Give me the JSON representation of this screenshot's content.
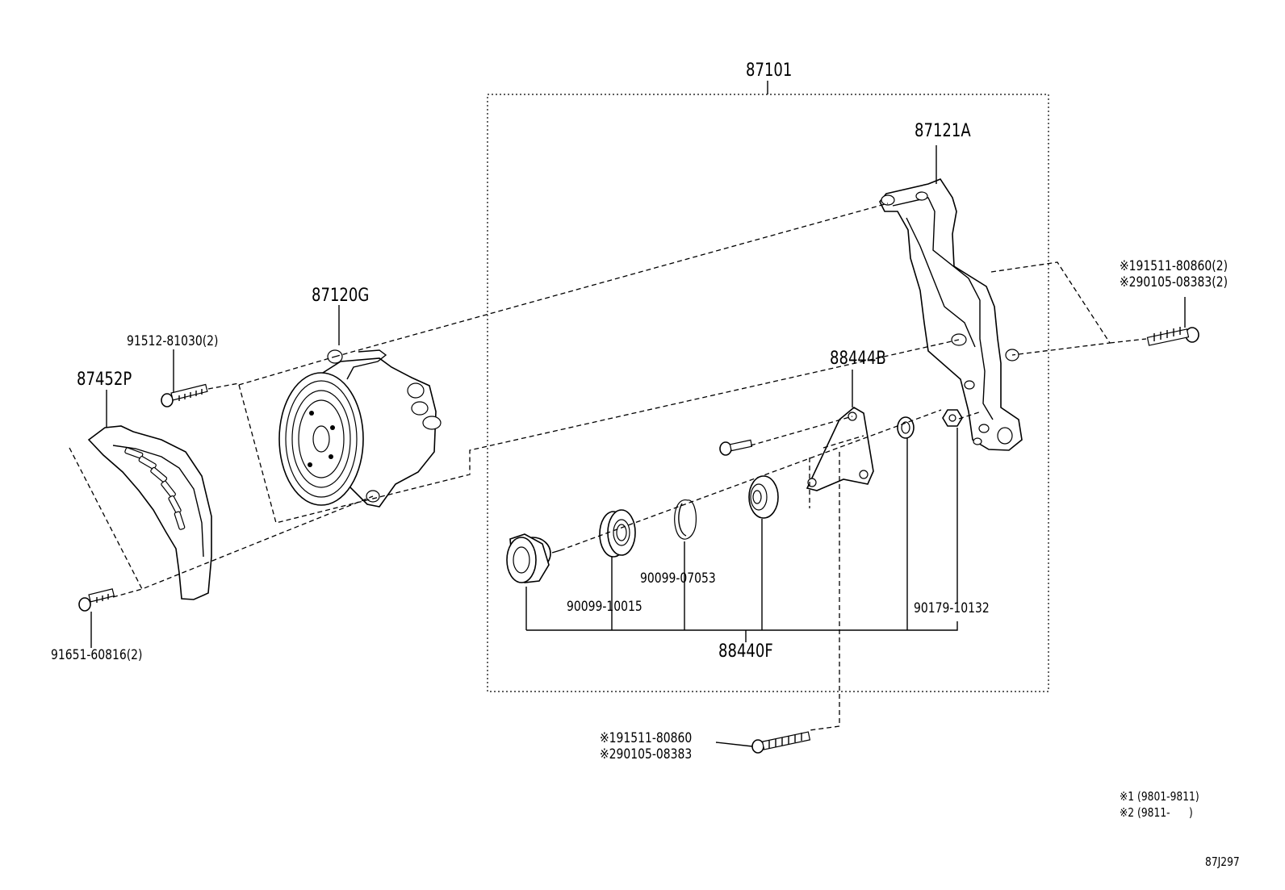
{
  "labels": {
    "assembly": "87101",
    "bracket": "87121A",
    "compressor": "87120G",
    "cover": "87452P",
    "bolt_top_left": "91512-81030(2)",
    "bolt_bottom_left": "91651-60816(2)",
    "right_bolt_1": "※191511-80860(2)",
    "right_bolt_2": "※290105-08383(2)",
    "idler_bracket": "88444B",
    "bearing": "90099-10015",
    "snap_ring": "90099-07053",
    "nut": "90179-10132",
    "idler_assy": "88440F",
    "bottom_bolt_1": "※191511-80860",
    "bottom_bolt_2": "※290105-08383",
    "note_1": "※1 (9801-9811)",
    "note_2": "※2 (9811-      )",
    "figure_ref": "87J297"
  },
  "icons": {
    "compressor": "ac-compressor-icon",
    "bracket": "mounting-bracket-icon",
    "cover": "belt-cover-icon",
    "pulley": "idler-pulley-icon",
    "bearing": "bearing-icon",
    "snap_ring": "snap-ring-icon",
    "washer": "washer-icon",
    "plate": "idler-bracket-plate-icon",
    "nut": "nut-icon",
    "bolt": "bolt-icon"
  }
}
